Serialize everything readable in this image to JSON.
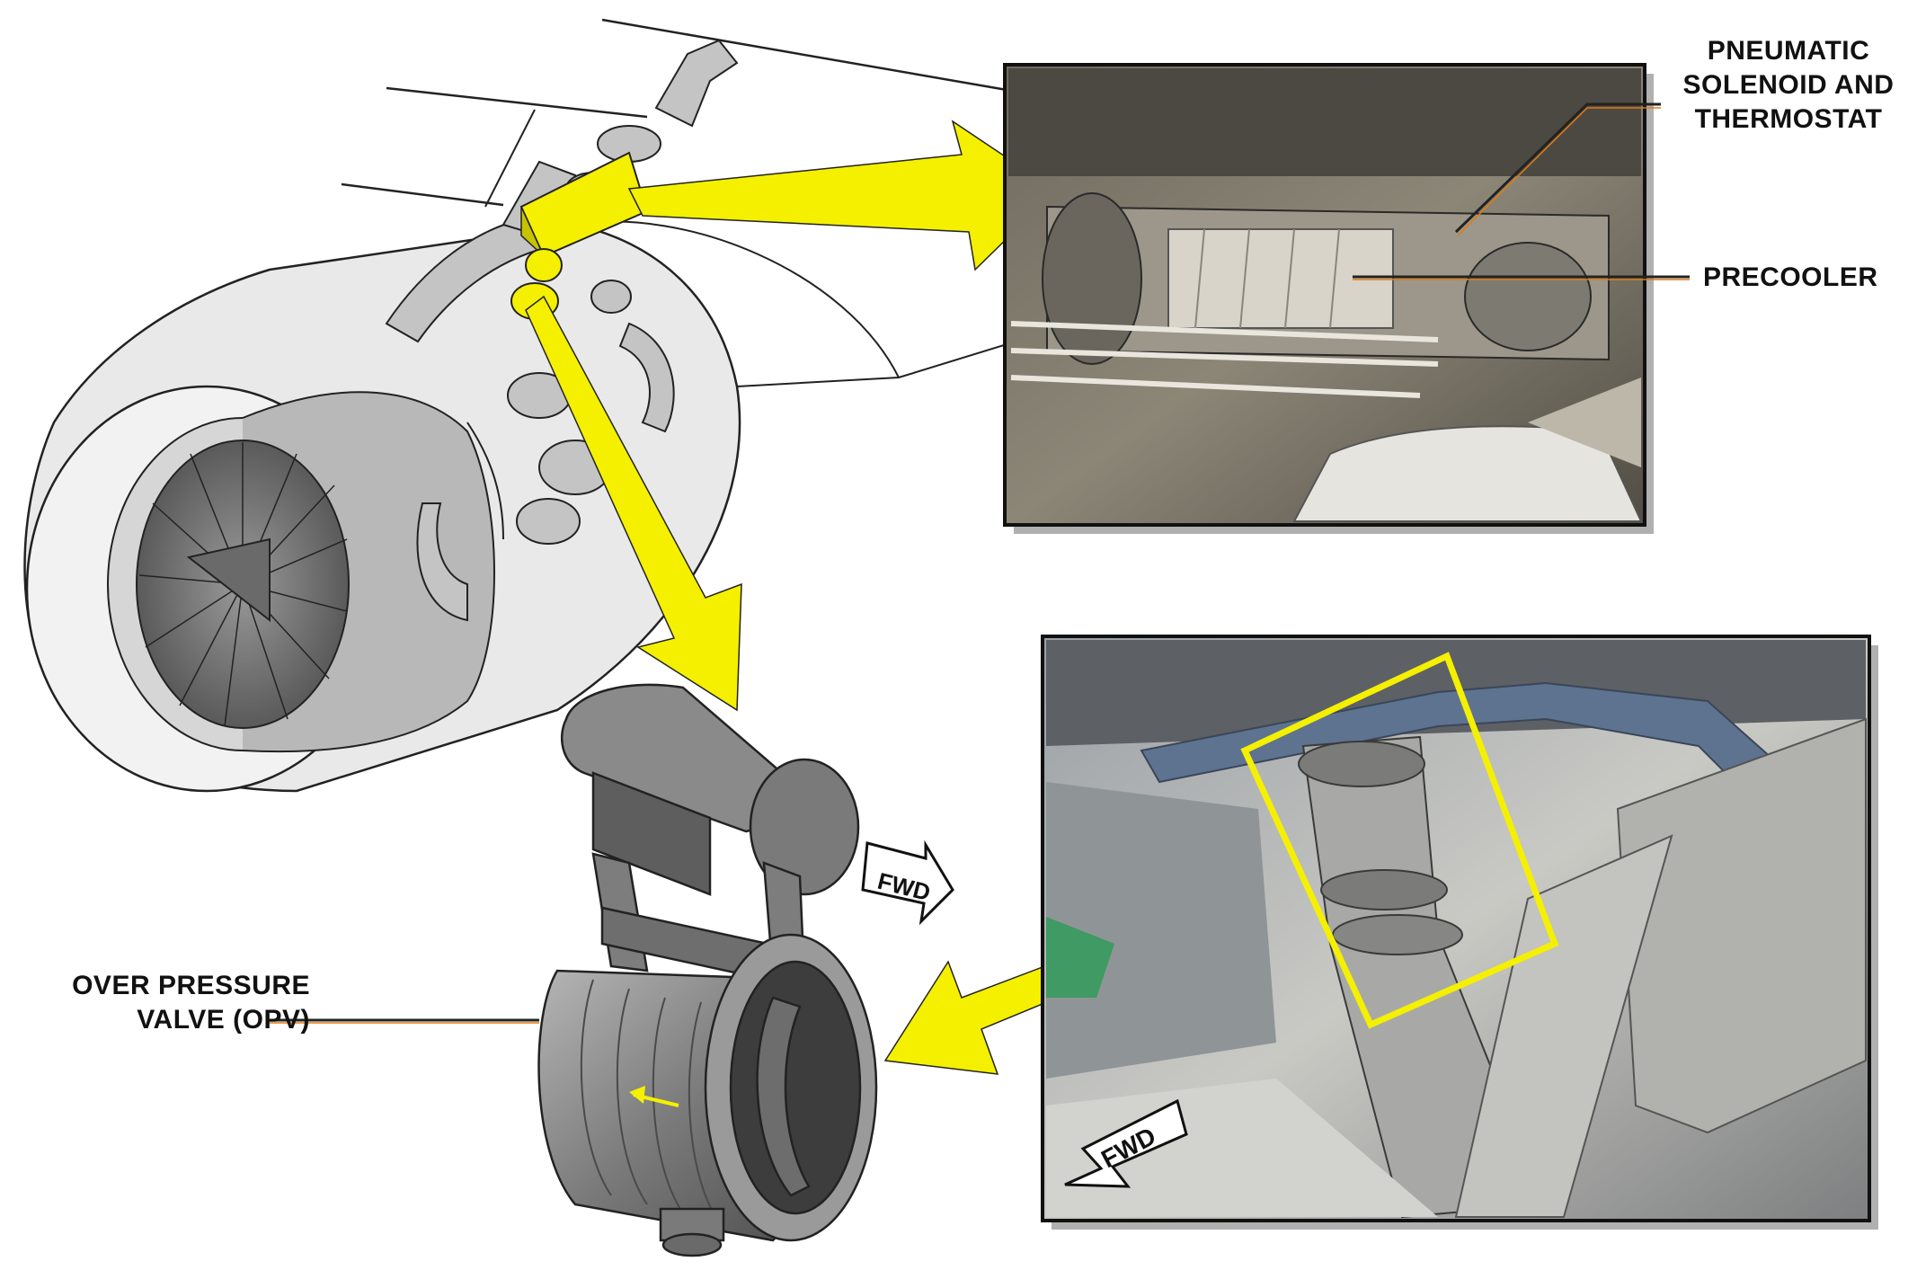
{
  "labels": {
    "pneumatic_line1": "PNEUMATIC",
    "pneumatic_line2": "SOLENOID AND",
    "pneumatic_line3": "THERMOSTAT",
    "precooler": "PRECOOLER",
    "opv_line1": "OVER PRESSURE",
    "opv_line2": "VALVE (OPV)",
    "fwd_valve": "FWD",
    "fwd_photo": "FWD"
  },
  "colors": {
    "highlight": "#f4f000",
    "leader": "#e07a10",
    "outline": "#222222",
    "metal": "#8c8c8c"
  }
}
